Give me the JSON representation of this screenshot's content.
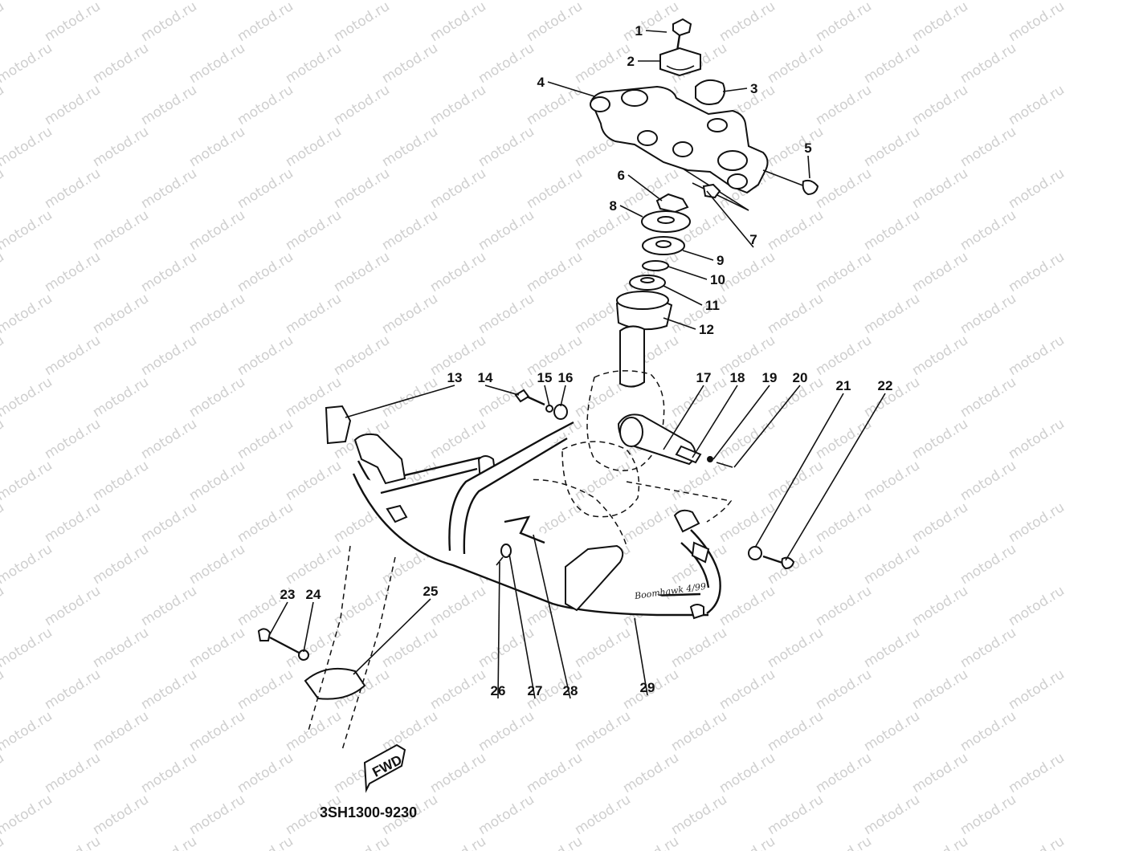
{
  "watermark": "motod.ru",
  "diagram_code": "3SH1300-9230",
  "fwd_label": "FWD",
  "script_note": "Boomhawk 4/99",
  "callouts": [
    "1",
    "2",
    "3",
    "4",
    "5",
    "6",
    "7",
    "8",
    "9",
    "10",
    "11",
    "12",
    "13",
    "14",
    "15",
    "16",
    "17",
    "18",
    "19",
    "20",
    "21",
    "22",
    "23",
    "24",
    "25",
    "26",
    "27",
    "28",
    "29"
  ],
  "colors": {
    "ink": "#111111",
    "watermark": "#cfcfcf",
    "background": "#ffffff"
  }
}
